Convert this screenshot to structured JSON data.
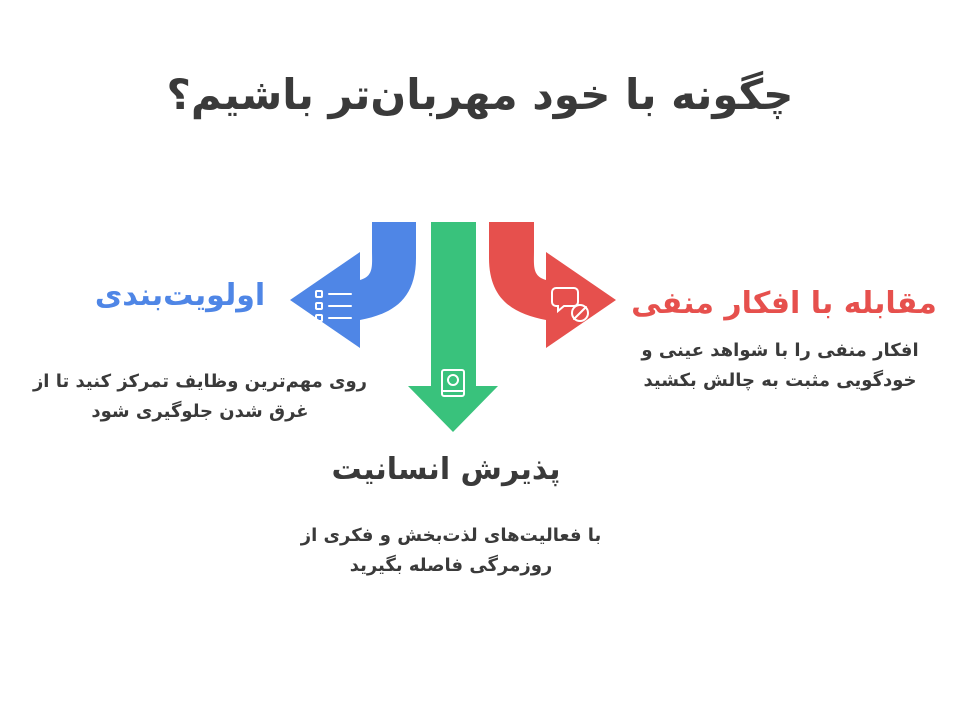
{
  "title": "چگونه با خود مهربان‌تر باشیم؟",
  "colors": {
    "blue": "#4f86e6",
    "green": "#39c27c",
    "red": "#e6504d",
    "text": "#3a3a3a"
  },
  "items": [
    {
      "heading": "اولویت‌بندی",
      "description": "روی مهم‌ترین وظایف تمرکز کنید تا از غرق شدن جلوگیری شود",
      "icon": "checklist-icon"
    },
    {
      "heading": "پذیرش انسانیت",
      "description": "با فعالیت‌های لذت‌بخش و فکری از روزمرگی فاصله بگیرید",
      "icon": "book-icon"
    },
    {
      "heading": "مقابله با افکار منفی",
      "description": "افکار منفی را با شواهد عینی و خودگویی مثبت به چالش بکشید",
      "icon": "no-chat-icon"
    }
  ]
}
